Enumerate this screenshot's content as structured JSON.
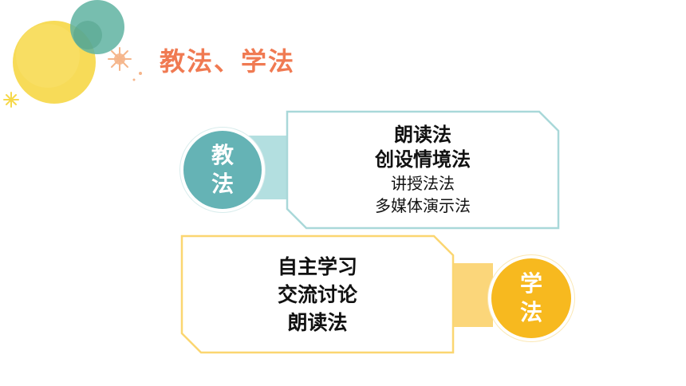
{
  "title": "教法、学法",
  "teaching": {
    "badge": [
      "教",
      "法"
    ],
    "bold_items": [
      "朗读法",
      "创设情境法"
    ],
    "normal_items": [
      "讲授法法",
      "多媒体演示法"
    ],
    "colors": {
      "circle": "#65b3b5",
      "band": "#b3dfe0",
      "border": "#a9d8d9"
    }
  },
  "learning": {
    "badge": [
      "学",
      "法"
    ],
    "bold_items": [
      "自主学习",
      "交流讨论",
      "朗读法"
    ],
    "colors": {
      "circle": "#f7b91f",
      "band": "#fbd67a",
      "border": "#fbd671"
    }
  },
  "accent_colors": {
    "title": "#f07a52"
  }
}
